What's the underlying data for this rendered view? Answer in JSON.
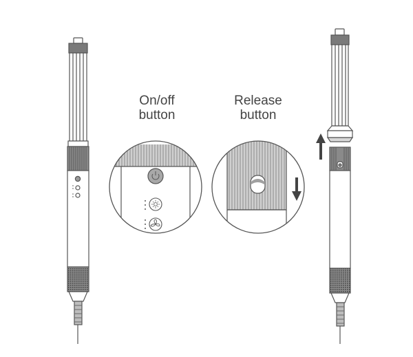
{
  "labels": {
    "onoff_line1": "On/off",
    "onoff_line2": "button",
    "release_line1": "Release",
    "release_line2": "button"
  },
  "colors": {
    "outline": "#555555",
    "dark_band": "#7a7a7a",
    "mid_grey": "#a8a8a8",
    "light_fill": "#ffffff",
    "text": "#444444"
  },
  "icons": [
    "power-icon",
    "heat-sun-icon",
    "fan-icon",
    "arrow-up-icon",
    "arrow-down-icon"
  ]
}
